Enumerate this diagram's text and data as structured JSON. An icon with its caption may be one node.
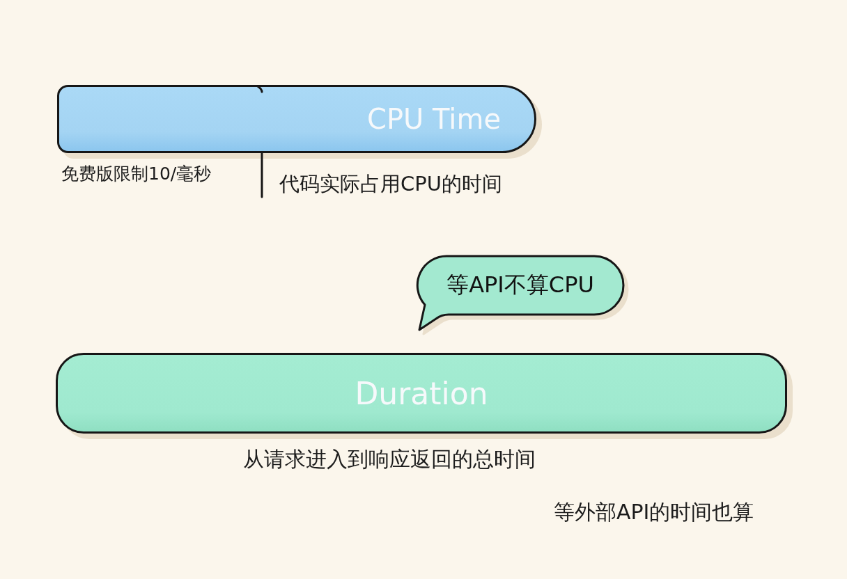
{
  "diagram": {
    "nodes": [
      {
        "text": [
          "CPU Time"
        ],
        "beside": [
          "免费版限制10/毫秒",
          "代码实际占用CPU的时间"
        ]
      },
      {
        "text": [
          "等API不算CPU"
        ]
      },
      {
        "text": [
          "Duration"
        ],
        "beside": [
          "从请求进入到响应返回的总时间"
        ]
      }
    ],
    "labels": [
      "等外部API的时间也算"
    ]
  }
}
